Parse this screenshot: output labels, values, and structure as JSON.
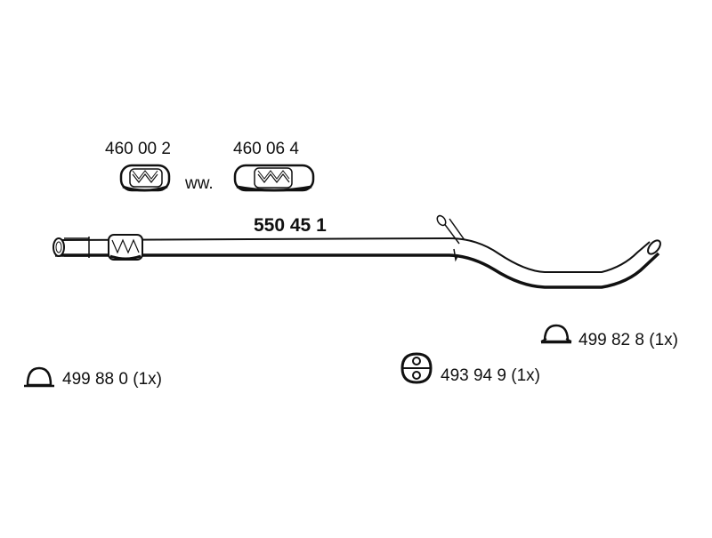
{
  "parts": {
    "flex_a": {
      "number": "460 00 2"
    },
    "flex_b": {
      "number": "460 06 4"
    },
    "alternative_sep": "ww.",
    "pipe": {
      "number": "550 45 1"
    },
    "clamp_right": {
      "number": "499 82 8 (1x)"
    },
    "clamp_left": {
      "number": "499 88 0 (1x)"
    },
    "hanger": {
      "number": "493 94 9 (1x)"
    }
  },
  "colors": {
    "line": "#111111",
    "background": "#ffffff"
  }
}
